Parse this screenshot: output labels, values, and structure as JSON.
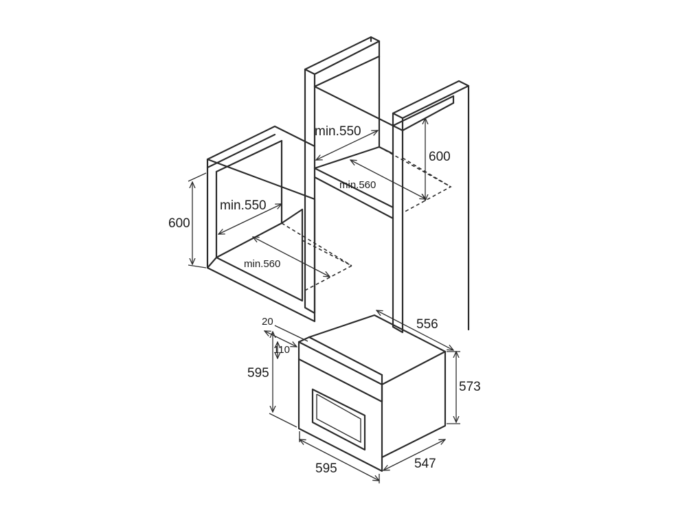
{
  "labels": {
    "cab_left_depth": "min.550",
    "cab_left_width": "min.560",
    "cab_left_height": "600",
    "cab_right_depth": "min.550",
    "cab_right_width": "min.560",
    "cab_right_height": "600",
    "oven_gap_top": "20",
    "oven_panel": "110",
    "oven_front_height": "595",
    "oven_front_width": "595",
    "oven_body_depth_top": "556",
    "oven_body_height": "573",
    "oven_body_depth_bottom": "547"
  },
  "colors": {
    "line": "#2b2b2b",
    "background": "#ffffff"
  }
}
